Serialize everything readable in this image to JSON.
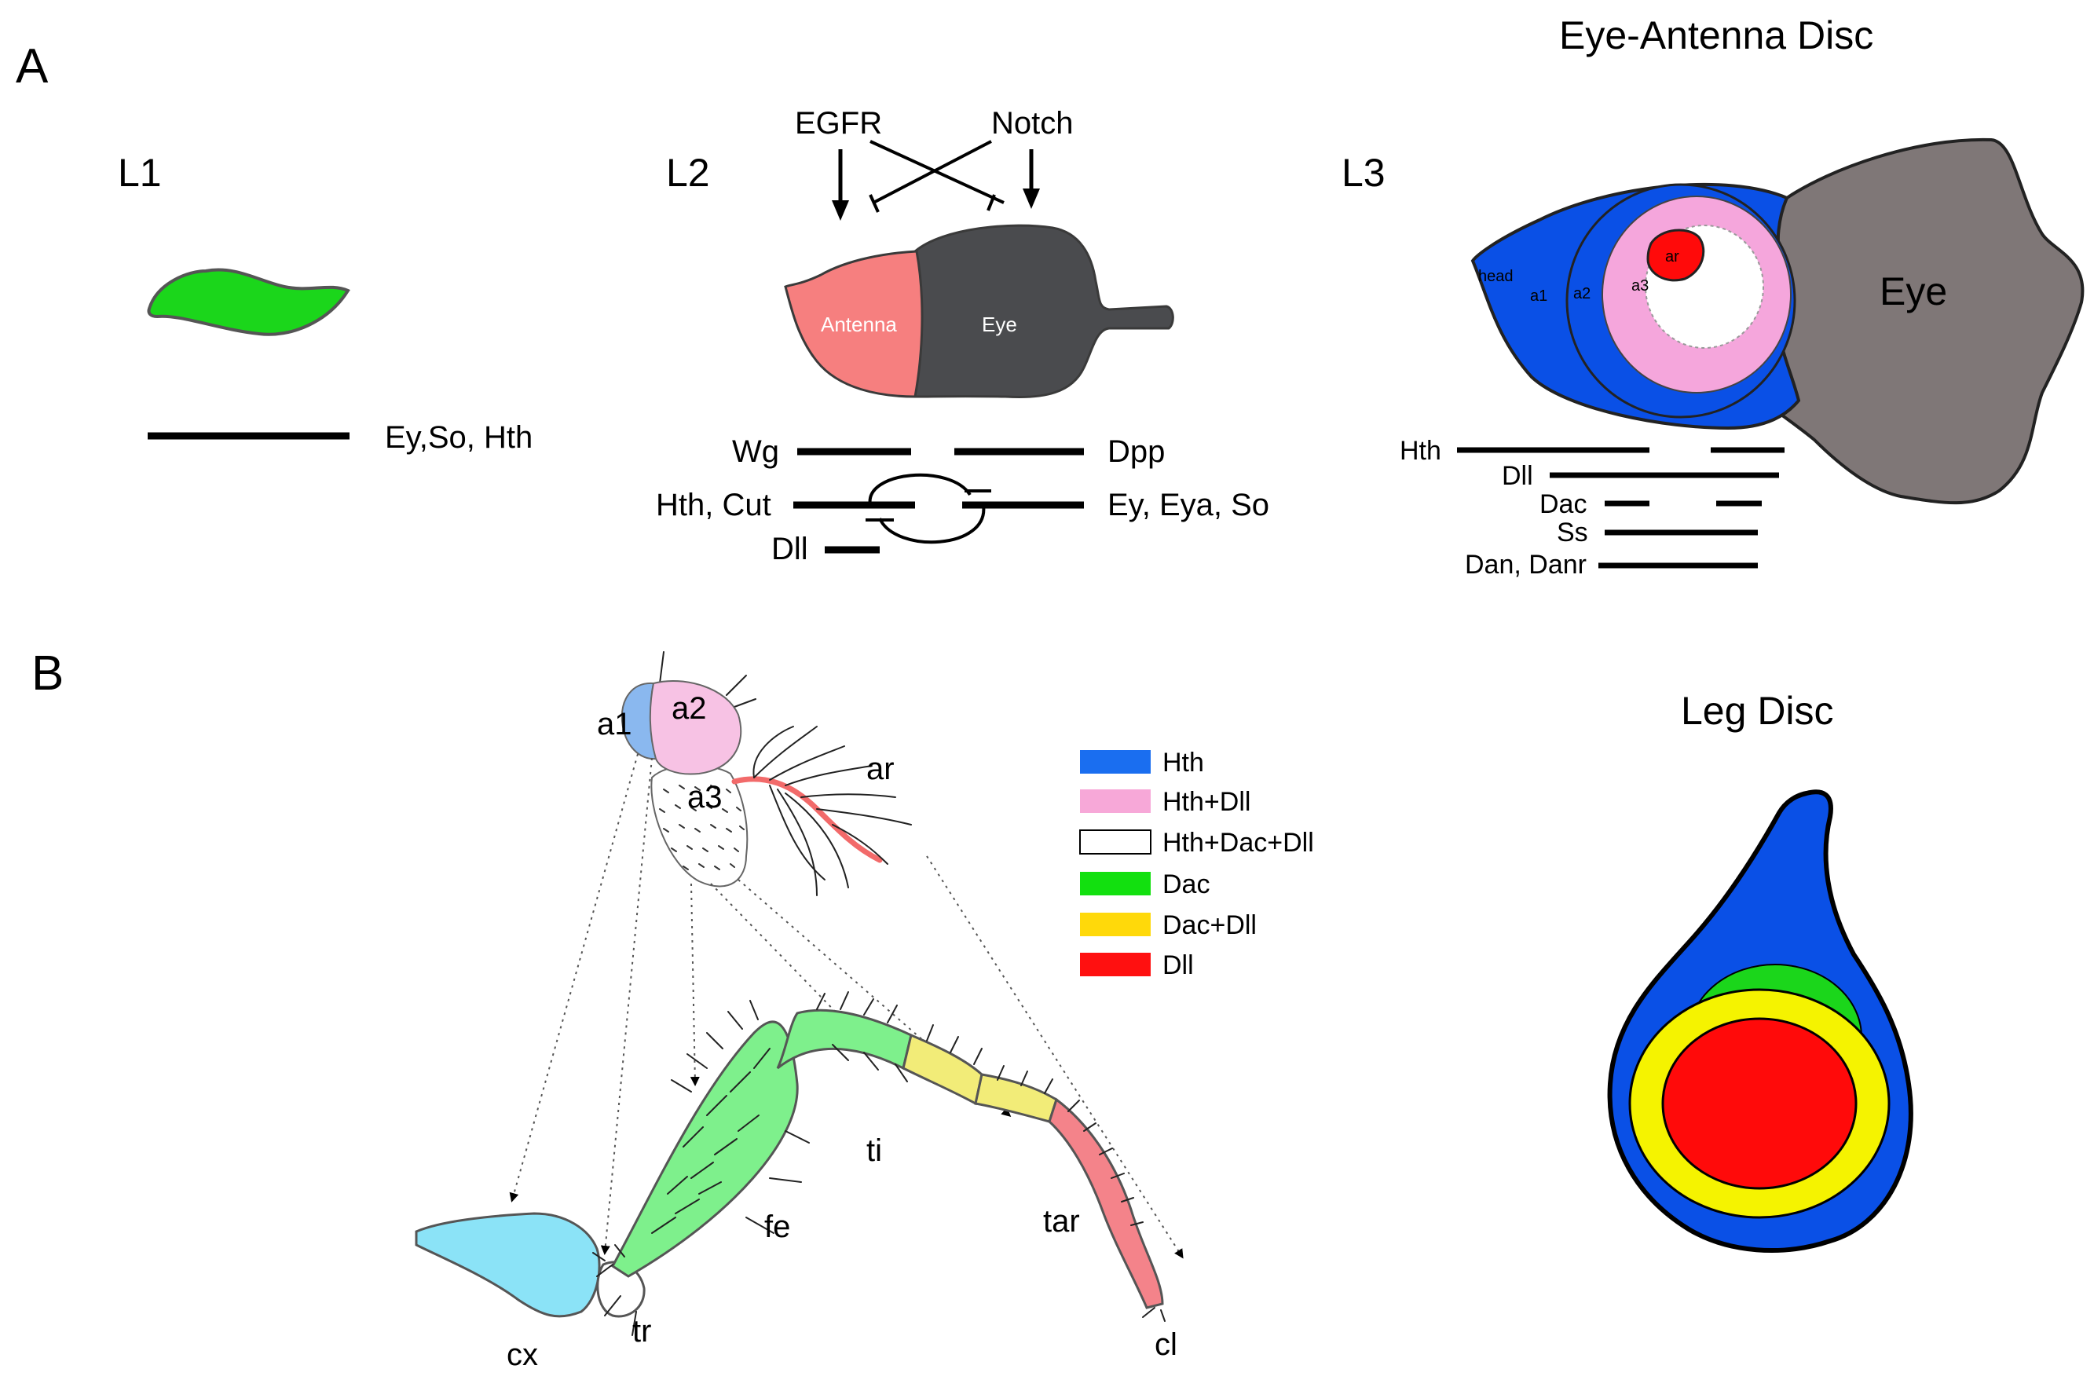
{
  "panel_a": {
    "letter": "A",
    "title": "Eye-Antenna Disc",
    "l1": {
      "stage": "L1",
      "genes": "Ey,So, Hth"
    },
    "l2": {
      "stage": "L2",
      "egfr": "EGFR",
      "notch": "Notch",
      "antenna": "Antenna",
      "eye": "Eye",
      "wg": "Wg",
      "dpp": "Dpp",
      "hth_cut": "Hth, Cut",
      "ey_eya_so": "Ey, Eya, So",
      "dll": "Dll"
    },
    "l3": {
      "stage": "L3",
      "head": "head",
      "a1": "a1",
      "a2": "a2",
      "a3": "a3",
      "ar": "ar",
      "eye": "Eye",
      "hth": "Hth",
      "dll": "Dll",
      "dac": "Dac",
      "ss": "Ss",
      "dan": "Dan, Danr"
    }
  },
  "panel_b": {
    "letter": "B",
    "title": "Leg Disc",
    "antenna": {
      "a1": "a1",
      "a2": "a2",
      "a3": "a3",
      "ar": "ar"
    },
    "leg": {
      "cx": "cx",
      "tr": "tr",
      "fe": "fe",
      "ti": "ti",
      "tar": "tar",
      "cl": "cl"
    },
    "legend": [
      {
        "label": "Hth",
        "color": "#1a6ef0"
      },
      {
        "label": "Hth+Dll",
        "color": "#f7a8d8"
      },
      {
        "label": "Hth+Dac+Dll",
        "color": "#ffffff"
      },
      {
        "label": "Dac",
        "color": "#12e00f"
      },
      {
        "label": "Dac+Dll",
        "color": "#ffd90a"
      },
      {
        "label": "Dll",
        "color": "#ff1010"
      }
    ]
  },
  "colors": {
    "blue": "#0a50e6",
    "pink": "#f5a6dc",
    "green": "#1bd61b",
    "yellow": "#f5f300",
    "red": "#ff0a0a",
    "grey_eye": "#7f7777",
    "dark_eye": "#4a4b4e",
    "salmon": "#f67f7f",
    "light_blue": "#8be3f7"
  }
}
